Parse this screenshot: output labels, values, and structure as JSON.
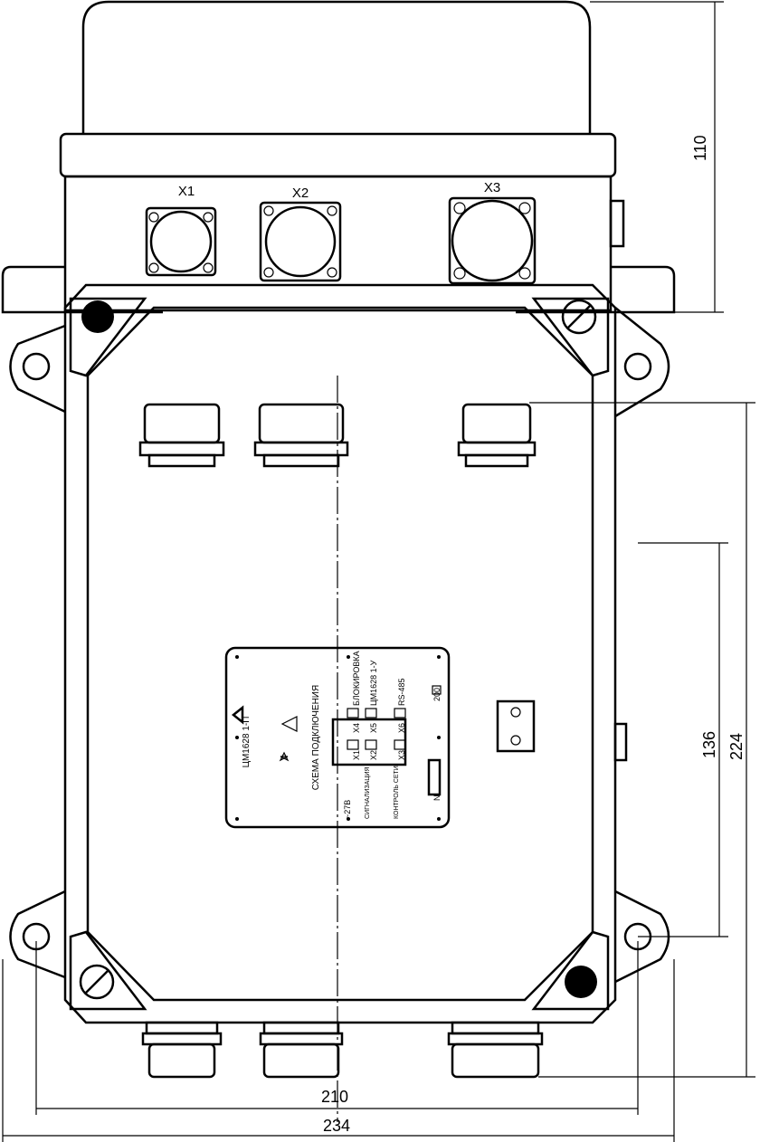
{
  "top_view": {
    "connectors": [
      {
        "label": "X1"
      },
      {
        "label": "X2"
      },
      {
        "label": "X3"
      }
    ],
    "height_dim": "110"
  },
  "plan_view": {
    "dims": {
      "mount_v": "136",
      "overall_v": "224",
      "mount_h": "210",
      "overall_h": "234"
    },
    "plate": {
      "model": "ЦМ1628 1-П",
      "title": "СХЕМА ПОДКЛЮЧЕНИЯ",
      "top_labels": [
        "БЛОКИРОВКА",
        "ЦМ1628 1-У",
        "RS-485"
      ],
      "top_ports": [
        "X4",
        "X5",
        "X6"
      ],
      "bottom_ports": [
        "X1",
        "X2",
        "X3"
      ],
      "bottom_labels": [
        "~27В",
        "СИГНАЛИЗАЦИЯ",
        "КОНТРОЛЬ СЕТИ"
      ],
      "code": "200",
      "serial_label": "N"
    }
  }
}
